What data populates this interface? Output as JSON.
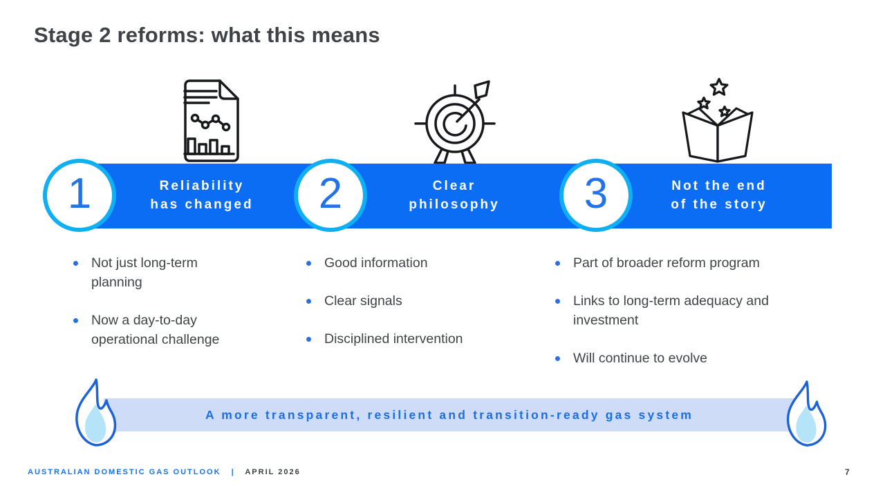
{
  "slide": {
    "title": "Stage 2 reforms: what this means",
    "page_number": "7",
    "footer": {
      "publication": "AUSTRALIAN DOMESTIC GAS OUTLOOK",
      "separator": "|",
      "date": "APRIL 2026"
    },
    "banner": {
      "text": "A more transparent, resilient and transition-ready gas system",
      "left_icon": "flame-icon",
      "right_icon": "flame-icon"
    },
    "columns": [
      {
        "number": "1",
        "icon": "document-chart-icon",
        "heading_line1": "Reliability",
        "heading_line2": "has changed",
        "bullets": [
          "Not just long-term planning",
          "Now a day-to-day operational challenge"
        ]
      },
      {
        "number": "2",
        "icon": "target-arrow-icon",
        "heading_line1": "Clear",
        "heading_line2": "philosophy",
        "bullets": [
          "Good information",
          "Clear signals",
          "Disciplined intervention"
        ]
      },
      {
        "number": "3",
        "icon": "open-book-stars-icon",
        "heading_line1": "Not the end",
        "heading_line2": "of the story",
        "bullets": [
          "Part of broader reform program",
          "Links to long-term adequacy and investment",
          "Will continue to evolve"
        ]
      }
    ],
    "colors": {
      "band_blue": "#0b6cf4",
      "circle_border_cyan": "#10aef2",
      "number_blue": "#2273e8",
      "bullet_dot_blue": "#2a6fe0",
      "body_text": "#3f4347",
      "banner_background": "#cfdcf8",
      "banner_text_blue": "#1a6fe8",
      "footer_blue": "#1a73e8",
      "footer_dark": "#3c4043",
      "flame_outline": "#1e63d6",
      "flame_inner": "#b5e3f8"
    }
  }
}
